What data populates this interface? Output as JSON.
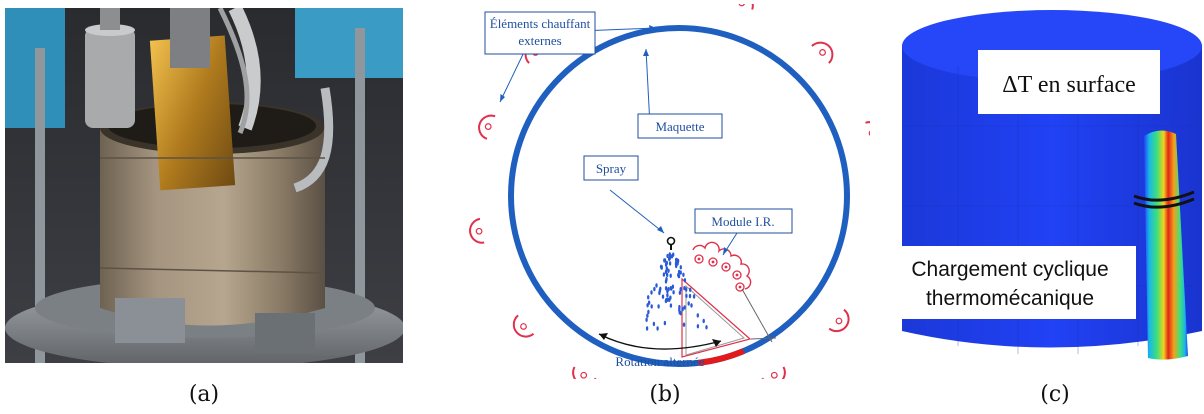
{
  "panels": {
    "a": {
      "caption": "(a)"
    },
    "b": {
      "caption": "(b)",
      "labels": {
        "heaters": [
          "Éléments chauffant",
          "externes"
        ],
        "mockup": "Maquette",
        "spray": "Spray",
        "ir_module": "Module I.R.",
        "rotation": "Rotation alternée"
      }
    },
    "c": {
      "caption": "(c)",
      "labels": {
        "delta_t": "ΔT en surface",
        "loading": [
          "Chargement cyclique",
          "thermomécanique"
        ]
      }
    }
  },
  "colors": {
    "ring": "#1f5fbf",
    "heater": "#e0304a",
    "label_text": "#1f4f9f",
    "hot_segment": "#e11b1b",
    "cylinder_blue": "#1a3ff0"
  }
}
